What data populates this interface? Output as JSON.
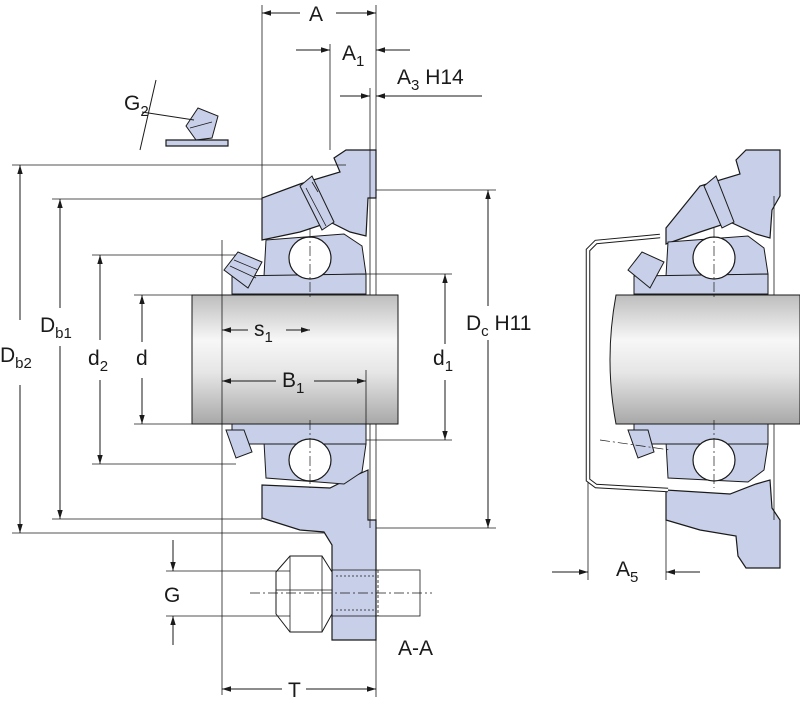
{
  "labels": {
    "A": "A",
    "A1": {
      "base": "A",
      "sub": "1"
    },
    "A3": {
      "base": "A",
      "sub": "3",
      "suffix": " H14"
    },
    "G2": {
      "base": "G",
      "sub": "2"
    },
    "Db1": {
      "base": "D",
      "sub": "b1"
    },
    "Db2": {
      "base": "D",
      "sub": "b2"
    },
    "d2": {
      "base": "d",
      "sub": "2"
    },
    "d": "d",
    "s1": {
      "base": "s",
      "sub": "1"
    },
    "B1": {
      "base": "B",
      "sub": "1"
    },
    "d1": {
      "base": "d",
      "sub": "1"
    },
    "Dc": {
      "base": "D",
      "sub": "c",
      "suffix": " H11"
    },
    "G": "G",
    "section": "A-A",
    "T": "T",
    "A5": {
      "base": "A",
      "sub": "5"
    }
  },
  "colors": {
    "housing": "#c8cfe8",
    "shaft_light": "#f4f4f4",
    "shaft_dark": "#b4b4b4",
    "line": "#1a1a1a"
  }
}
